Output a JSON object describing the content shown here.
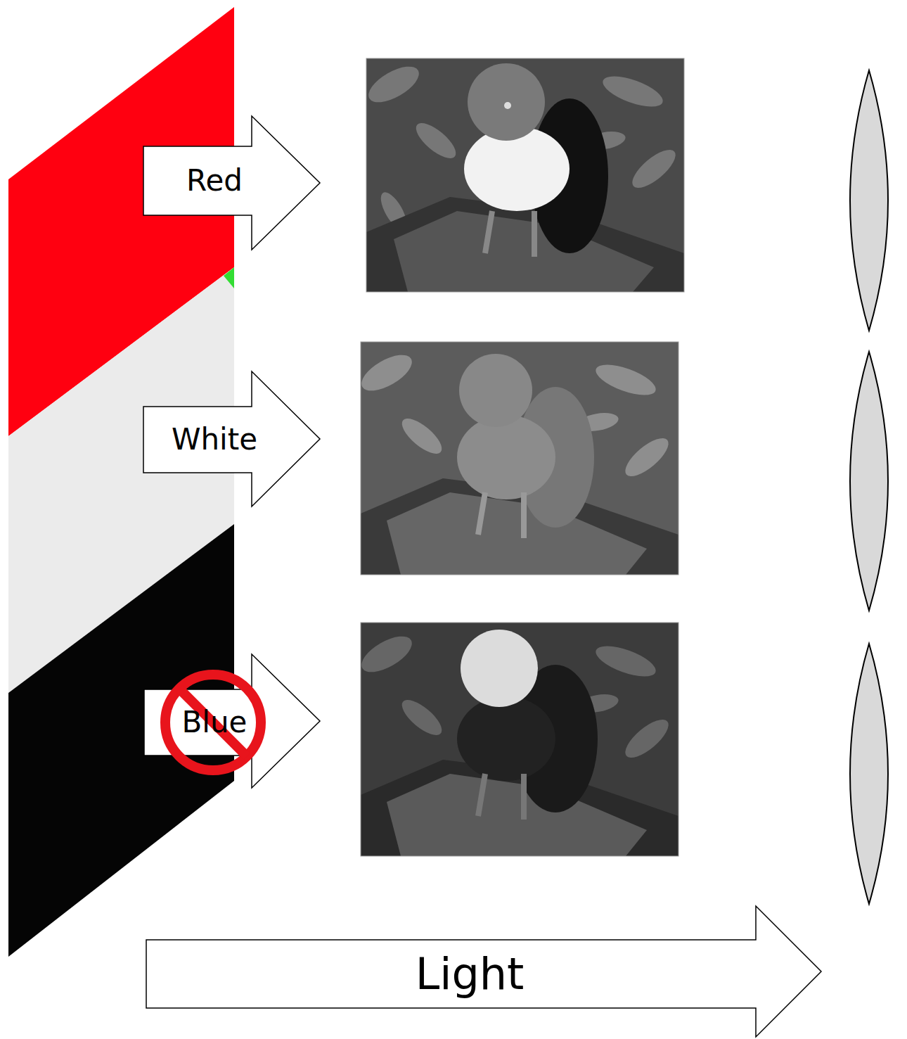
{
  "diagram": {
    "nodes": [
      {
        "text": [
          "Red"
        ]
      },
      {
        "text": [
          "White"
        ]
      },
      {
        "text": [
          "Blue"
        ]
      },
      {
        "text": [
          "Light"
        ]
      }
    ]
  }
}
